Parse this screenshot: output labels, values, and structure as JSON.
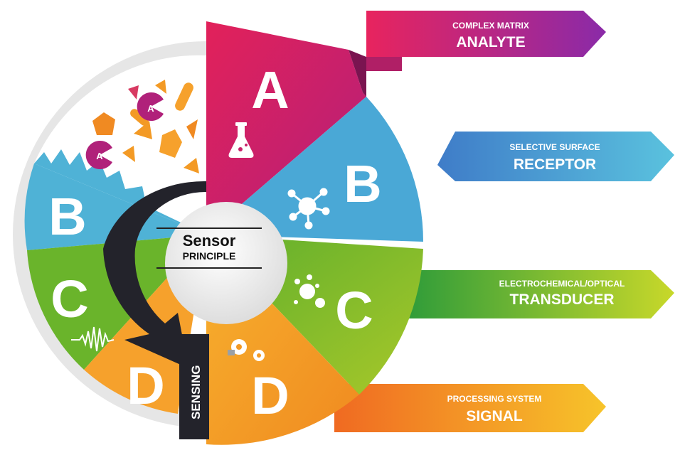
{
  "center": {
    "title": "Sensor",
    "subtitle": "PRINCIPLE"
  },
  "sensing_label": "SENSING",
  "left_segments": [
    {
      "letter": "B",
      "color": "#4fb2d6"
    },
    {
      "letter": "C",
      "color": "#6ab42b"
    },
    {
      "letter": "D",
      "color": "#f6a12c"
    }
  ],
  "right_segments": [
    {
      "letter": "A",
      "color": "#d8206a"
    },
    {
      "letter": "B",
      "color": "#4aa8d6"
    },
    {
      "letter": "C",
      "color": "#7ab82a"
    },
    {
      "letter": "D",
      "color": "#f39a25"
    }
  ],
  "small_markers": [
    "A",
    "A"
  ],
  "arrows": [
    {
      "small": "COMPLEX MATRIX",
      "large": "ANALYTE",
      "color_from": "#e8245e",
      "color_to": "#8a2aa8"
    },
    {
      "small": "SELECTIVE SURFACE",
      "large": "RECEPTOR",
      "color_from": "#3f7cc8",
      "color_to": "#5ac2de"
    },
    {
      "small": "ELECTROCHEMICAL/OPTICAL",
      "large": "TRANSDUCER",
      "color_from": "#2a9a3a",
      "color_to": "#c8d82a"
    },
    {
      "small": "PROCESSING SYSTEM",
      "large": "SIGNAL",
      "color_from": "#f06a22",
      "color_to": "#f7c42a"
    }
  ],
  "icons": [
    "flask-icon",
    "network-node-icon",
    "bubbles-icon",
    "gears-icon",
    "waveform-icon"
  ],
  "colors": {
    "ring": "#e8e8e8",
    "dark_arrow": "#23232b",
    "center": "#f2f2f2"
  }
}
